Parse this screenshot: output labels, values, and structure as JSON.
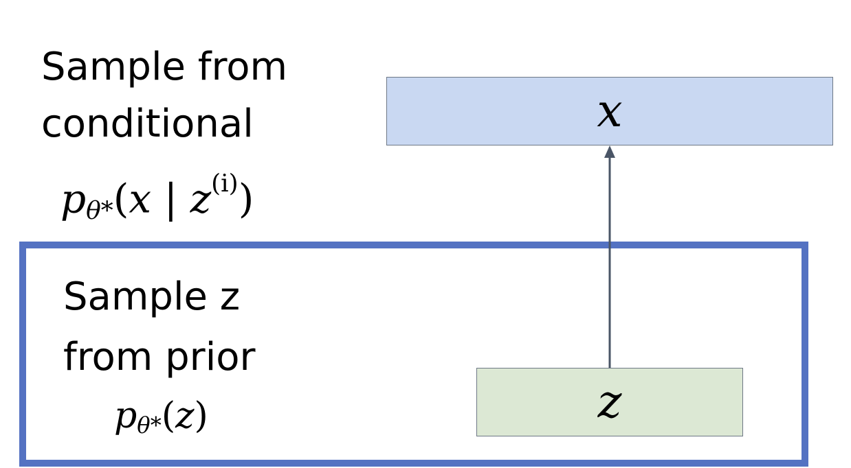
{
  "conditional": {
    "line1": "Sample from",
    "line2": "conditional",
    "p": "p",
    "theta": "θ",
    "star": "*",
    "open": "(",
    "x": "x",
    "bar": "|",
    "z": "z",
    "sup": "(i)",
    "close": ")"
  },
  "prior": {
    "line1": "Sample z",
    "line2": "from prior",
    "p": "p",
    "theta": "θ",
    "star": "*",
    "open": "(",
    "z": "z",
    "close": ")"
  },
  "nodes": {
    "x_label": "x",
    "z_label": "z"
  },
  "colors": {
    "x_box": "#c9d8f2",
    "z_box": "#dce8d4",
    "frame": "#5472c2",
    "arrow": "#4a5566"
  }
}
